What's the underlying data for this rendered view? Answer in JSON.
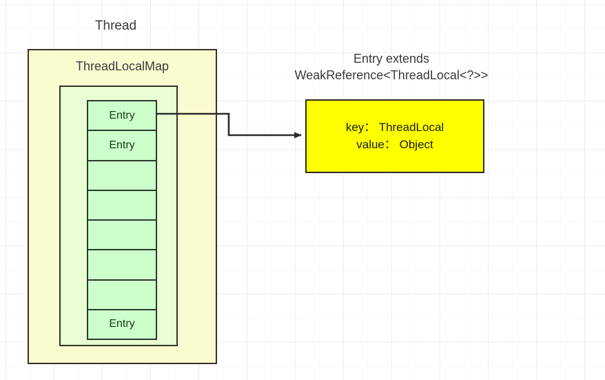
{
  "diagram": {
    "title_thread": "Thread",
    "title_map": "ThreadLocalMap",
    "entry_class_note": "Entry extends\nWeakReference<ThreadLocal<?>>",
    "entry_class_note_line1": "Entry extends",
    "entry_class_note_line2": "WeakReference<ThreadLocal<?>>",
    "entry_table": {
      "cells": [
        {
          "label": "Entry",
          "occupied": true
        },
        {
          "label": "Entry",
          "occupied": true
        },
        {
          "label": "",
          "occupied": false
        },
        {
          "label": "",
          "occupied": false
        },
        {
          "label": "",
          "occupied": false
        },
        {
          "label": "",
          "occupied": false
        },
        {
          "label": "",
          "occupied": false
        },
        {
          "label": "Entry",
          "occupied": true
        }
      ],
      "cell_count": 8
    },
    "entry_detail": {
      "key_line": "key： ThreadLocal",
      "value_line": "value： Object"
    },
    "connector": {
      "from": "entry-cell-0",
      "to": "entry-detail-box",
      "style": "elbow-arrow"
    },
    "colors": {
      "thread_fill": "#fbfbd0",
      "map_fill": "#e7ffd2",
      "entry_fill": "#ccffcc",
      "detail_fill": "#ffff00",
      "stroke": "#353228",
      "entry_stroke": "#2b3a2b",
      "text": "#3a3a3a",
      "background": "#ffffff"
    }
  }
}
